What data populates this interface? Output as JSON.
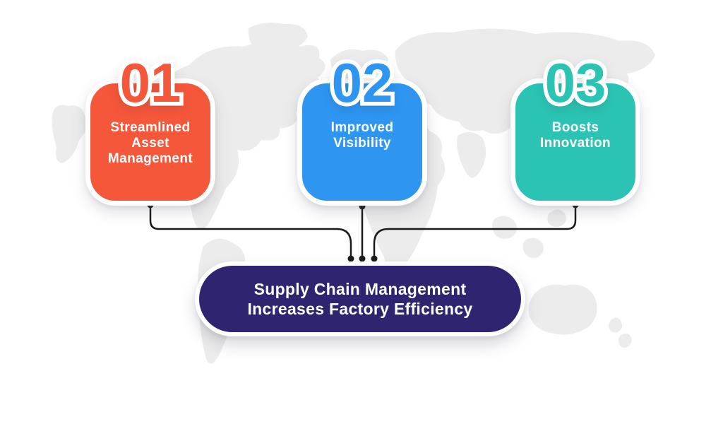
{
  "canvas": {
    "background": "#ffffff",
    "map_color": "#ececec"
  },
  "steps": [
    {
      "number": "01",
      "label": "Streamlined\nAsset\nManagement",
      "color": "#F5573B"
    },
    {
      "number": "02",
      "label": "Improved\nVisibility",
      "color": "#2E96F1"
    },
    {
      "number": "03",
      "label": "Boosts\nInnovation",
      "color": "#2BC4B4"
    }
  ],
  "conclusion": {
    "label": "Supply Chain Management\nIncreases Factory Efficiency",
    "color": "#2E2470"
  },
  "connector_color": "#1b1b1b"
}
